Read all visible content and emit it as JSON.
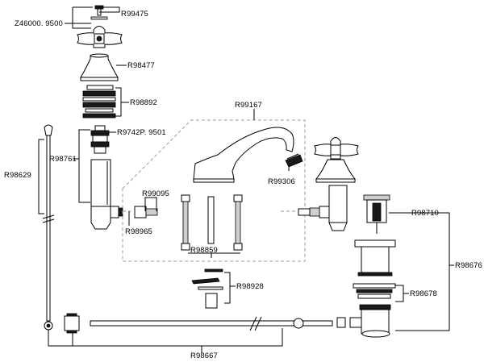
{
  "labels": {
    "r99475": "R99475",
    "z46000": "Z46000. 9500",
    "r98477": "R98477",
    "r98892": "R98892",
    "r9742p": "R9742P. 9501",
    "r98761": "R98761",
    "r98629": "R98629",
    "r99167": "R99167",
    "r99306": "R99306",
    "r99095": "R99095",
    "r98965": "R98965",
    "r98859": "R98859",
    "r98928": "R98928",
    "r98710": "R98710",
    "r98676": "R98676",
    "r98678": "R98678",
    "r98667": "R98667"
  }
}
